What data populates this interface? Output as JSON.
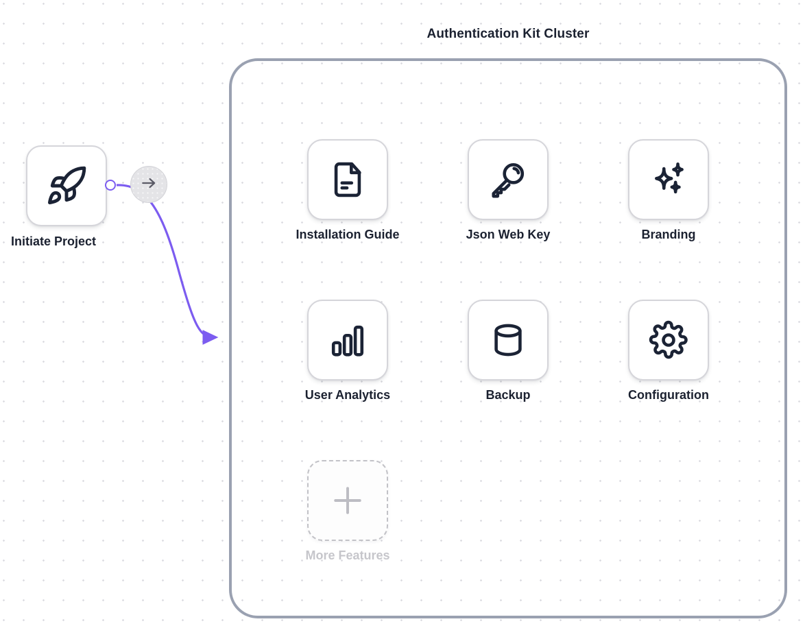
{
  "canvas": {
    "background": "#ffffff",
    "dot_color": "#dcdce1"
  },
  "cluster": {
    "title": "Authentication Kit Cluster",
    "border_color": "#9aa1b1"
  },
  "source_node": {
    "label": "Initiate Project",
    "icon": "rocket-icon"
  },
  "edge": {
    "color": "#7c5cf0",
    "handle_color": "#7c5cf0",
    "marker": "arrowhead"
  },
  "arrow_button": {
    "icon": "arrow-right-icon",
    "background": "#e4e4e7",
    "icon_color": "#5a5a66"
  },
  "nodes": [
    {
      "label": "Installation Guide",
      "icon": "document-icon",
      "row": 1,
      "col": 1
    },
    {
      "label": "Json Web Key",
      "icon": "key-icon",
      "row": 1,
      "col": 2
    },
    {
      "label": "Branding",
      "icon": "sparkles-icon",
      "row": 1,
      "col": 3
    },
    {
      "label": "User Analytics",
      "icon": "bar-chart-icon",
      "row": 2,
      "col": 1
    },
    {
      "label": "Backup",
      "icon": "database-icon",
      "row": 2,
      "col": 2
    },
    {
      "label": "Configuration",
      "icon": "gear-icon",
      "row": 2,
      "col": 3
    }
  ],
  "add_node": {
    "label": "More Features",
    "icon": "plus-icon"
  },
  "colors": {
    "icon": "#1b2335",
    "label": "#1b2130",
    "muted_label": "#c6c6cb",
    "card_border": "#d5d5da",
    "accent": "#7c5cf0"
  }
}
